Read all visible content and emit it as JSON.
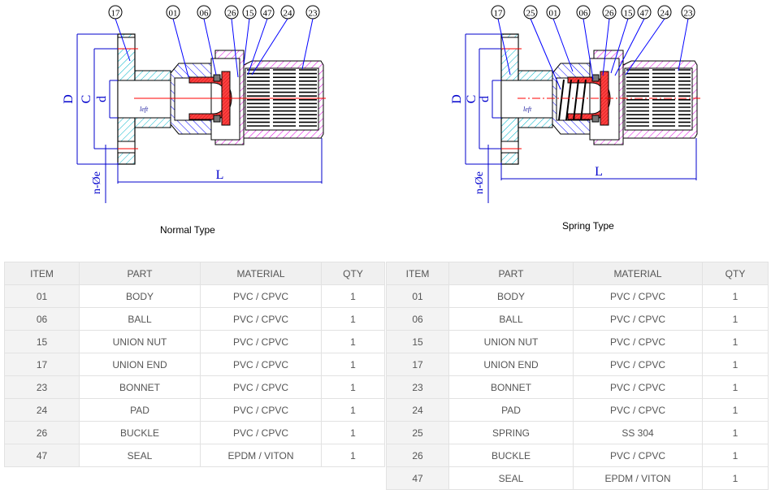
{
  "drawings": [
    {
      "caption": "Normal Type",
      "bubbles": [
        "17",
        "01",
        "06",
        "26",
        "15",
        "47",
        "24",
        "23"
      ],
      "dims": {
        "D": "D",
        "C": "C",
        "d": "d",
        "L": "L",
        "holes": "n-Øe",
        "inlet": "left"
      }
    },
    {
      "caption": "Spring Type",
      "bubbles": [
        "17",
        "25",
        "01",
        "06",
        "26",
        "15",
        "47",
        "24",
        "23"
      ],
      "dims": {
        "D": "D",
        "C": "C",
        "d": "d",
        "L": "L",
        "holes": "n-Øe",
        "inlet": "left"
      }
    }
  ],
  "colors": {
    "dimension": "#0000cc",
    "flange_hatch": "#00b4c8",
    "body_hatch": "#0000ff",
    "nut_hatch": "#e000e0",
    "ball": "#ff2020",
    "centerline": "#ff0000"
  },
  "tables": [
    {
      "headers": [
        "ITEM",
        "PART",
        "MATERIAL",
        "QTY"
      ],
      "rows": [
        [
          "01",
          "BODY",
          "PVC / CPVC",
          "1"
        ],
        [
          "06",
          "BALL",
          "PVC / CPVC",
          "1"
        ],
        [
          "15",
          "UNION NUT",
          "PVC / CPVC",
          "1"
        ],
        [
          "17",
          "UNION END",
          "PVC / CPVC",
          "1"
        ],
        [
          "23",
          "BONNET",
          "PVC / CPVC",
          "1"
        ],
        [
          "24",
          "PAD",
          "PVC / CPVC",
          "1"
        ],
        [
          "26",
          "BUCKLE",
          "PVC / CPVC",
          "1"
        ],
        [
          "47",
          "SEAL",
          "EPDM / VITON",
          "1"
        ]
      ]
    },
    {
      "headers": [
        "ITEM",
        "PART",
        "MATERIAL",
        "QTY"
      ],
      "rows": [
        [
          "01",
          "BODY",
          "PVC / CPVC",
          "1"
        ],
        [
          "06",
          "BALL",
          "PVC / CPVC",
          "1"
        ],
        [
          "15",
          "UNION NUT",
          "PVC / CPVC",
          "1"
        ],
        [
          "17",
          "UNION END",
          "PVC / CPVC",
          "1"
        ],
        [
          "23",
          "BONNET",
          "PVC / CPVC",
          "1"
        ],
        [
          "24",
          "PAD",
          "PVC / CPVC",
          "1"
        ],
        [
          "25",
          "SPRING",
          "SS 304",
          "1"
        ],
        [
          "26",
          "BUCKLE",
          "PVC / CPVC",
          "1"
        ],
        [
          "47",
          "SEAL",
          "EPDM / VITON",
          "1"
        ]
      ]
    }
  ]
}
